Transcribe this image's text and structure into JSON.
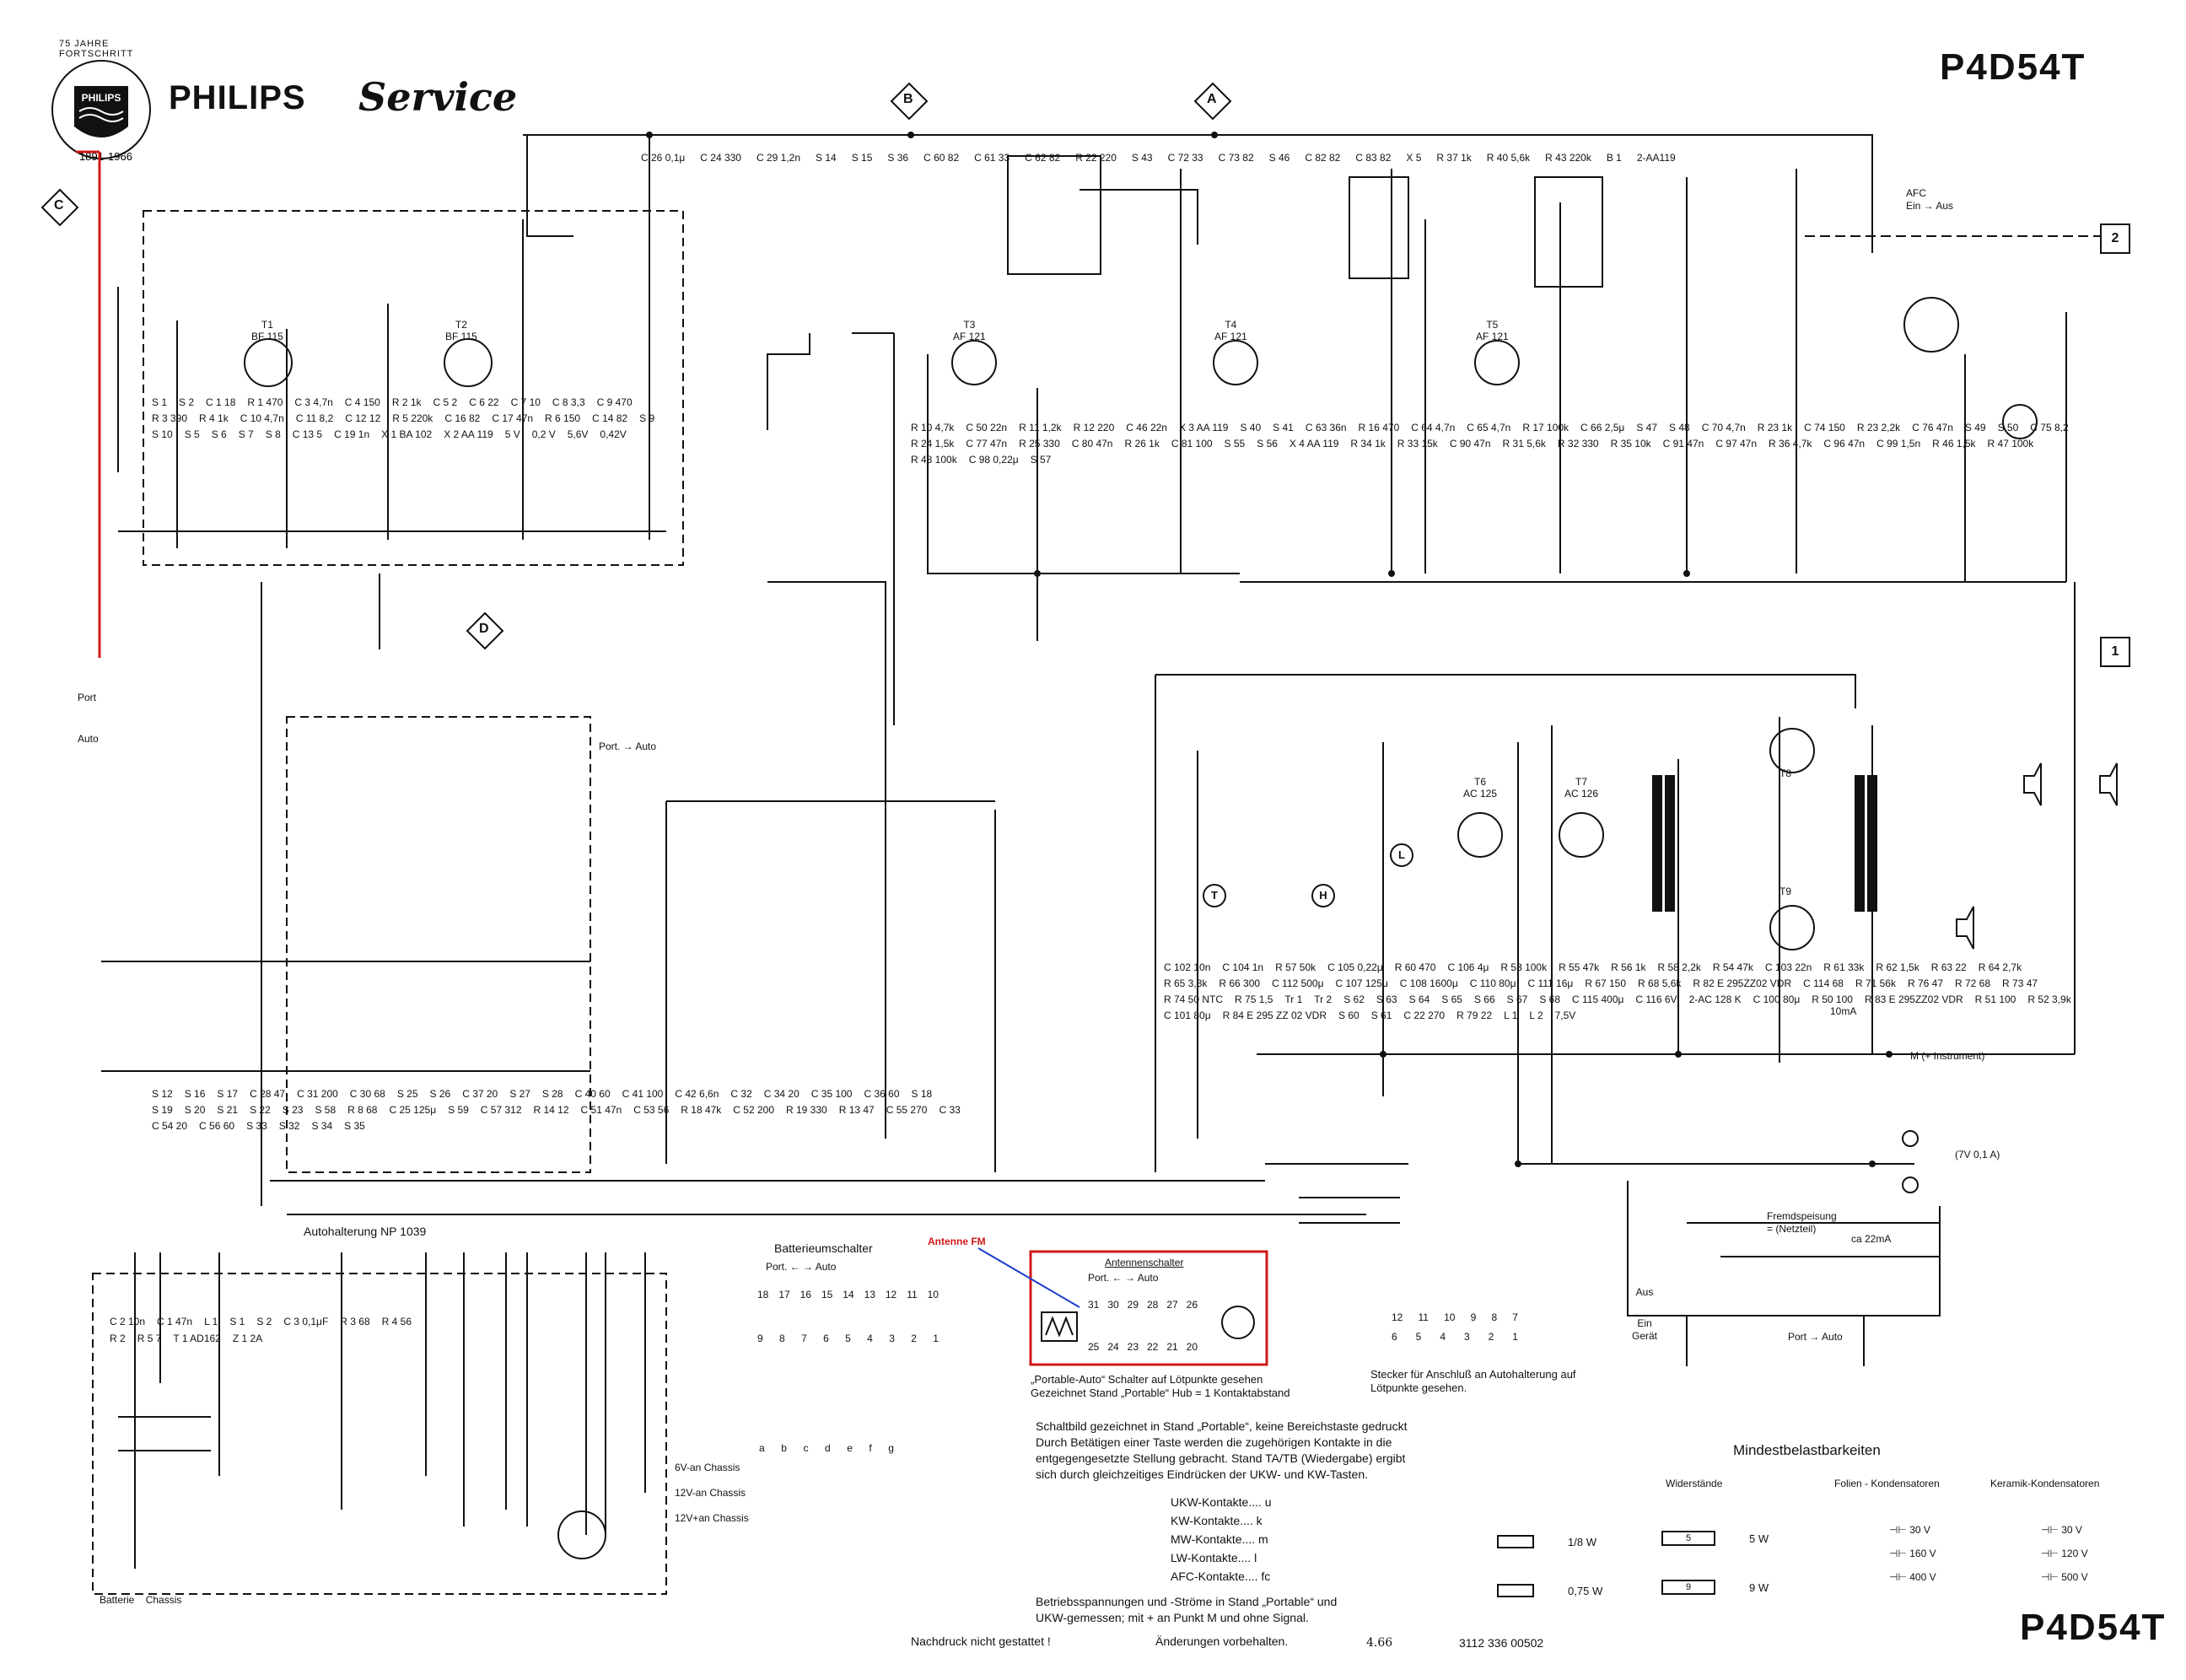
{
  "header": {
    "logo_ring_text": "75 JAHRE FORTSCHRITT",
    "logo_shield_text": "PHILIPS",
    "logo_years": [
      "1891",
      "1966"
    ],
    "brand": "PHILIPS",
    "service": "Service",
    "model_top": "P4D54T"
  },
  "footer": {
    "model_bottom": "P4D54T",
    "reprint": "Nachdruck nicht gestattet !",
    "changes": "Änderungen vorbehalten.",
    "date": "4.66",
    "docnum": "3112  336  00502"
  },
  "markers": {
    "diamonds": [
      "C",
      "B",
      "A",
      "D"
    ],
    "boxes": [
      "2",
      "1"
    ],
    "circles": [
      "T",
      "H",
      "L"
    ]
  },
  "transistors": [
    {
      "id": "T1",
      "type": "BF 115"
    },
    {
      "id": "T2",
      "type": "BF 115"
    },
    {
      "id": "T3",
      "type": "AF 121"
    },
    {
      "id": "T4",
      "type": "AF 121"
    },
    {
      "id": "T5",
      "type": "AF 121"
    },
    {
      "id": "T6",
      "type": "AC 125"
    },
    {
      "id": "T7",
      "type": "AC 126"
    },
    {
      "id": "T8",
      "type": ""
    },
    {
      "id": "T9",
      "type": ""
    }
  ],
  "labels": {
    "port": "Port.",
    "auto": "Auto",
    "port_short": "Port",
    "instrument": "M (+ Instrument)",
    "lamp": "(7V 0,1 A)",
    "afc": "AFC",
    "ein": "Ein",
    "aus": "Aus",
    "fremdspeisung": "Fremdspeisung",
    "netzteil": "= (Netzteil)",
    "current": "ca 22mA",
    "gerat": "Gerät",
    "b2_current": "10mA",
    "battery_label": "Batterie",
    "chassis_label": "Chassis",
    "autohalterung": "Autohalterung NP 1039",
    "batterieumschalter": "Batterieumschalter",
    "antenne_fm": "Antenne FM",
    "antennenschalter": "Antennenschalter",
    "stecker_note": "Stecker für Anschluß an Autohalterung auf Lötpunkte gesehen.",
    "ant_note_1": "„Portable-Auto“ Schalter auf Lötpunkte gesehen",
    "ant_note_2": "Gezeichnet Stand „Portable“ Hub = 1 Kontaktabstand",
    "chassis_6v": "6V-an Chassis",
    "chassis_12v": "12V-an Chassis",
    "chassis_12v_plus": "12V+an Chassis"
  },
  "batterieumschalter": {
    "top_row": [
      "18",
      "17",
      "16",
      "15",
      "14",
      "13",
      "12",
      "11",
      "10"
    ],
    "bottom_row": [
      "9",
      "8",
      "7",
      "6",
      "5",
      "4",
      "3",
      "2",
      "1"
    ]
  },
  "antennenschalter": {
    "top_row": [
      "31",
      "30",
      "29",
      "28",
      "27",
      "26"
    ],
    "bottom_row": [
      "25",
      "24",
      "23",
      "22",
      "21",
      "20"
    ]
  },
  "stecker": {
    "top_row": [
      "12",
      "11",
      "10",
      "9",
      "8",
      "7"
    ],
    "bottom_row": [
      "6",
      "5",
      "4",
      "3",
      "2",
      "1"
    ]
  },
  "chassis_table": {
    "columns": [
      "a",
      "b",
      "c",
      "d",
      "e",
      "f",
      "g"
    ]
  },
  "description": {
    "lines": [
      "Schaltbild gezeichnet in Stand „Portable“, keine Bereichstaste gedruckt",
      "Durch Betätigen einer Taste werden die zugehörigen Kontakte in die",
      "entgegengesetzte Stellung gebracht. Stand TA/TB (Wiedergabe) ergibt",
      "sich durch gleichzeitiges Eindrücken der UKW- und KW-Tasten."
    ],
    "contacts": [
      {
        "name": "UKW-Kontakte....",
        "letter": "u"
      },
      {
        "name": "KW-Kontakte....",
        "letter": "k"
      },
      {
        "name": "MW-Kontakte....",
        "letter": "m"
      },
      {
        "name": "LW-Kontakte....",
        "letter": "l"
      },
      {
        "name": "AFC-Kontakte....",
        "letter": "fc"
      }
    ],
    "measure_1": "Betriebsspannungen und -Ströme in Stand „Portable“ und",
    "measure_2": "UKW-gemessen; mit + an Punkt M und ohne Signal."
  },
  "mindestbelast": {
    "title": "Mindestbelastbarkeiten",
    "widerstande": "Widerstände",
    "folien": "Folien - Kondensatoren",
    "keramik": "Keramik-Kondensatoren",
    "resistors": [
      {
        "rating": "1/8",
        "unit": "W"
      },
      {
        "rating": "0,75",
        "unit": "W"
      }
    ],
    "resistor_wire": [
      {
        "num": "5",
        "rating": "5",
        "unit": "W"
      },
      {
        "num": "9",
        "rating": "9",
        "unit": "W"
      }
    ],
    "folien_volts": [
      "30 V",
      "160 V",
      "400 V"
    ],
    "keramik_volts": [
      "30 V",
      "120 V",
      "500 V"
    ]
  },
  "component_labels": {
    "top": [
      "C 26 0,1μ",
      "C 24 330",
      "C 29 1,2n",
      "S 14",
      "S 15",
      "S 36",
      "C 60 82",
      "C 61 33",
      "C 62 82",
      "R 22 220",
      "S 43",
      "C 72 33",
      "C 73 82",
      "S 46",
      "C 82 82",
      "C 83 82",
      "X 5",
      "R 37 1k",
      "R 40 5,6k",
      "R 43 220k",
      "B 1",
      "2-AA119"
    ],
    "rf": [
      "S 1",
      "S 2",
      "C 1 18",
      "R 1 470",
      "C 3 4,7n",
      "C 4 150",
      "R 2 1k",
      "C 5 2",
      "C 6 22",
      "C 7 10",
      "C 8 3,3",
      "C 9 470",
      "R 3 390",
      "R 4 1k",
      "C 10 4,7n",
      "C 11 8,2",
      "C 12 12",
      "R 5 220k",
      "C 16 82",
      "C 17 47n",
      "R 6 150",
      "C 14 82",
      "S 9",
      "S 10",
      "S 5",
      "S 6",
      "S 7",
      "S 8",
      "C 13 5",
      "C 19 1n",
      "X 1 BA 102",
      "X 2 AA 119",
      "5 V",
      "0,2 V",
      "5,6V",
      "0,42V"
    ],
    "if": [
      "R 10 4,7k",
      "C 50 22n",
      "R 11 1,2k",
      "R 12 220",
      "C 46 22n",
      "X 3 AA 119",
      "S 40",
      "S 41",
      "C 63 36n",
      "R 16 470",
      "C 64 4,7n",
      "C 65 4,7n",
      "R 17 100k",
      "C 66 2,5μ",
      "S 47",
      "S 48",
      "C 70 4,7n",
      "R 23 1k",
      "C 74 150",
      "R 23 2,2k",
      "C 76 47n",
      "S 49",
      "S 50",
      "C 75 8,2",
      "R 24 1,5k",
      "C 77 47n",
      "R 25 330",
      "C 80 47n",
      "R 26 1k",
      "C 81 100",
      "S 55",
      "S 56",
      "X 4 AA 119",
      "R 34 1k",
      "R 33 15k",
      "C 90 47n",
      "R 31 5,6k",
      "R 32 330",
      "R 35 10k",
      "C 91 47n",
      "C 97 47n",
      "R 36 4,7k",
      "C 96 47n",
      "C 99 1,5n",
      "R 46 1,5k",
      "R 47 100k",
      "R 48 100k",
      "C 98 0,22μ",
      "S 57"
    ],
    "audio": [
      "C 102 10n",
      "C 104 1n",
      "R 57 50k",
      "C 105 0,22μ",
      "R 60 470",
      "C 106 4μ",
      "R 53 100k",
      "R 55 47k",
      "R 56 1k",
      "R 58 2,2k",
      "R 54 47k",
      "C 103 22n",
      "R 61 33k",
      "R 62 1,5k",
      "R 63 22",
      "R 64 2,7k",
      "R 65 3,3k",
      "R 66 300",
      "C 112 500μ",
      "C 107 125μ",
      "C 108 1600μ",
      "C 110 80μ",
      "C 111 16μ",
      "R 67 150",
      "R 68 5,6k",
      "R 82 E 295ZZ02 VDR",
      "C 114 68",
      "R 71 56k",
      "R 76 47",
      "R 72 68",
      "R 73 47",
      "R 74 50 NTC",
      "R 75 1,5",
      "Tr 1",
      "Tr 2",
      "S 62",
      "S 63",
      "S 64",
      "S 65",
      "S 66",
      "S 67",
      "S 68",
      "C 115 400μ",
      "C 116 6V",
      "2-AC 128 K",
      "C 100 80μ",
      "R 50 100",
      "R 83 E 295ZZ02 VDR",
      "R 51 100",
      "R 52 3,9k",
      "C 101 80μ",
      "R 84 E 295 ZZ 02 VDR",
      "S 60",
      "S 61",
      "C 22 270",
      "R 79 22",
      "L 1",
      "L 2",
      "7,5V"
    ],
    "lower_left": [
      "S 12",
      "S 16",
      "S 17",
      "C 28 47",
      "C 31 200",
      "C 30 68",
      "S 25",
      "S 26",
      "C 37 20",
      "S 27",
      "S 28",
      "C 40 60",
      "C 41 100",
      "C 42 6,6n",
      "C 32",
      "C 34 20",
      "C 35 100",
      "C 36 60",
      "S 18",
      "S 19",
      "S 20",
      "S 21",
      "S 22",
      "S 23",
      "S 58",
      "R 8 68",
      "C 25 125μ",
      "S 59",
      "C 57 312",
      "R 14 12",
      "C 51 47n",
      "C 53 56",
      "R 18 47k",
      "C 52 200",
      "R 19 330",
      "R 13 47",
      "C 55 270",
      "C 33",
      "C 54 20",
      "C 56 60",
      "S 33",
      "S 32",
      "S 34",
      "S 35"
    ],
    "autoholder": [
      "C 2 10n",
      "C 1 47n",
      "L 1",
      "S 1",
      "S 2",
      "C 3 0,1μF",
      "R 3 68",
      "R 4 56",
      "R 2",
      "R 5 7",
      "T 1 AD162",
      "Z 1 2A"
    ]
  }
}
